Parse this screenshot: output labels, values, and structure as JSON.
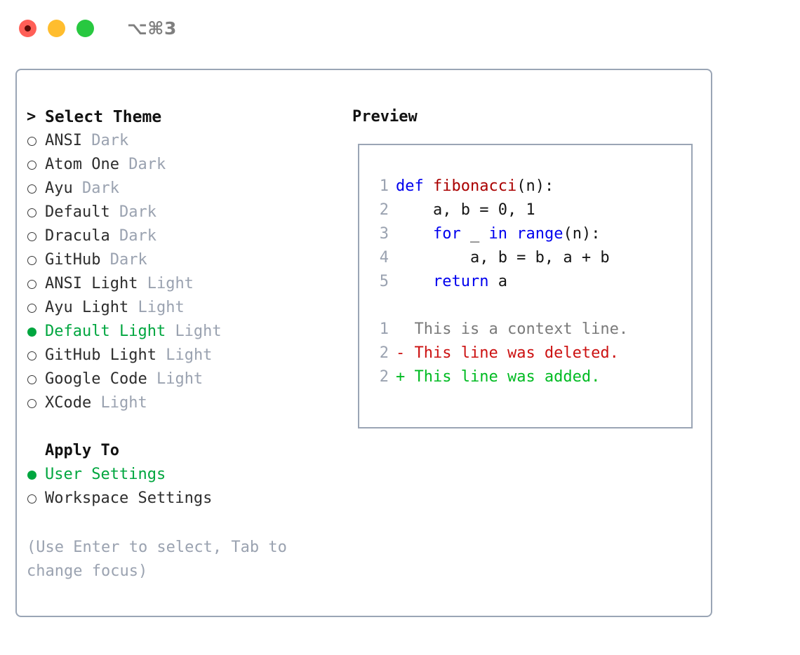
{
  "window": {
    "shortcut": "⌥⌘3",
    "traffic_lights": [
      {
        "name": "close-button",
        "color": "#ff5f57"
      },
      {
        "name": "minimize-button",
        "color": "#ffbd2e"
      },
      {
        "name": "maximize-button",
        "color": "#28c840"
      }
    ]
  },
  "colors": {
    "selected_green": "#00a63f",
    "muted_gray": "#9aa2b0",
    "border": "#9aa5b5",
    "keyword_blue": "#0000ee",
    "function_red": "#aa0000",
    "diff_delete_red": "#cc1111",
    "diff_add_green": "#00bb22",
    "diff_context_gray": "#7a7a7a"
  },
  "theme_list": {
    "header_marker": ">",
    "header_label": "Select Theme",
    "marker_selected": "●",
    "marker_unselected": "○",
    "items": [
      {
        "label": "ANSI",
        "suffix": "Dark",
        "selected": false
      },
      {
        "label": "Atom One",
        "suffix": "Dark",
        "selected": false
      },
      {
        "label": "Ayu",
        "suffix": "Dark",
        "selected": false
      },
      {
        "label": "Default",
        "suffix": "Dark",
        "selected": false
      },
      {
        "label": "Dracula",
        "suffix": "Dark",
        "selected": false
      },
      {
        "label": "GitHub",
        "suffix": "Dark",
        "selected": false
      },
      {
        "label": "ANSI Light",
        "suffix": "Light",
        "selected": false
      },
      {
        "label": "Ayu Light",
        "suffix": "Light",
        "selected": false
      },
      {
        "label": "Default Light",
        "suffix": "Light",
        "selected": true
      },
      {
        "label": "GitHub Light",
        "suffix": "Light",
        "selected": false
      },
      {
        "label": "Google Code",
        "suffix": "Light",
        "selected": false
      },
      {
        "label": "XCode",
        "suffix": "Light",
        "selected": false
      }
    ]
  },
  "apply_to": {
    "title": "Apply To",
    "items": [
      {
        "label": "User Settings",
        "selected": true
      },
      {
        "label": "Workspace Settings",
        "selected": false
      }
    ]
  },
  "hint": "(Use Enter to select, Tab to change focus)",
  "preview": {
    "title": "Preview",
    "code_lines": [
      {
        "num": "1",
        "tokens": [
          {
            "t": "def",
            "c": "kw"
          },
          {
            "t": " ",
            "c": "plain"
          },
          {
            "t": "fibonacci",
            "c": "fn"
          },
          {
            "t": "(n):",
            "c": "plain"
          }
        ]
      },
      {
        "num": "2",
        "tokens": [
          {
            "t": "    a, b = 0, 1",
            "c": "plain"
          }
        ]
      },
      {
        "num": "3",
        "tokens": [
          {
            "t": "    ",
            "c": "plain"
          },
          {
            "t": "for",
            "c": "kw"
          },
          {
            "t": " _ ",
            "c": "plain"
          },
          {
            "t": "in",
            "c": "kw"
          },
          {
            "t": " ",
            "c": "plain"
          },
          {
            "t": "range",
            "c": "kw"
          },
          {
            "t": "(n):",
            "c": "plain"
          }
        ]
      },
      {
        "num": "4",
        "tokens": [
          {
            "t": "        a, b = b, a + b",
            "c": "plain"
          }
        ]
      },
      {
        "num": "5",
        "tokens": [
          {
            "t": "    ",
            "c": "plain"
          },
          {
            "t": "return",
            "c": "kw"
          },
          {
            "t": " a",
            "c": "plain"
          }
        ]
      }
    ],
    "diff_lines": [
      {
        "num": "1",
        "sign": "  ",
        "text": "This is a context line.",
        "kind": "ctx"
      },
      {
        "num": "2",
        "sign": "- ",
        "text": "This line was deleted.",
        "kind": "del"
      },
      {
        "num": "2",
        "sign": "+ ",
        "text": "This line was added.",
        "kind": "add"
      }
    ]
  }
}
